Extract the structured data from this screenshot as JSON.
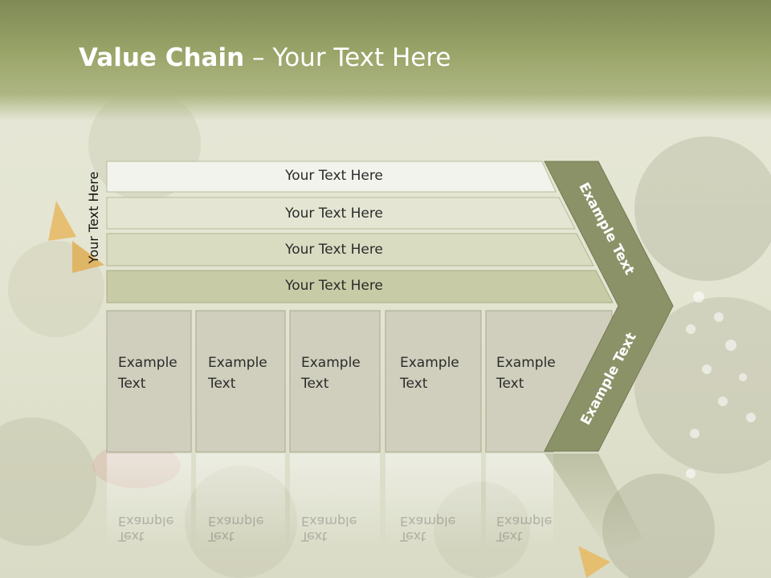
{
  "slide": {
    "title_bold": "Value Chain",
    "title_rest": " – Your Text Here"
  },
  "side_label": "Your Text Here",
  "rows": [
    {
      "label": "Your Text Here"
    },
    {
      "label": "Your Text Here"
    },
    {
      "label": "Your Text Here"
    },
    {
      "label": "Your Text Here"
    }
  ],
  "columns": [
    {
      "line1": "Example",
      "line2": "Text"
    },
    {
      "line1": "Example",
      "line2": "Text"
    },
    {
      "line1": "Example",
      "line2": "Text"
    },
    {
      "line1": "Example",
      "line2": "Text"
    },
    {
      "line1": "Example",
      "line2": "Text"
    }
  ],
  "chevron": {
    "top_label": "Example Text",
    "bottom_label": "Example Text"
  },
  "colors": {
    "header": "#8f9a5e",
    "chevron": "#8c9268",
    "row1": "#f2f3ec",
    "row2": "#e4e6d3",
    "row3": "#d9dcc1",
    "row4": "#c8cca6",
    "column": "#d0cfbd"
  }
}
